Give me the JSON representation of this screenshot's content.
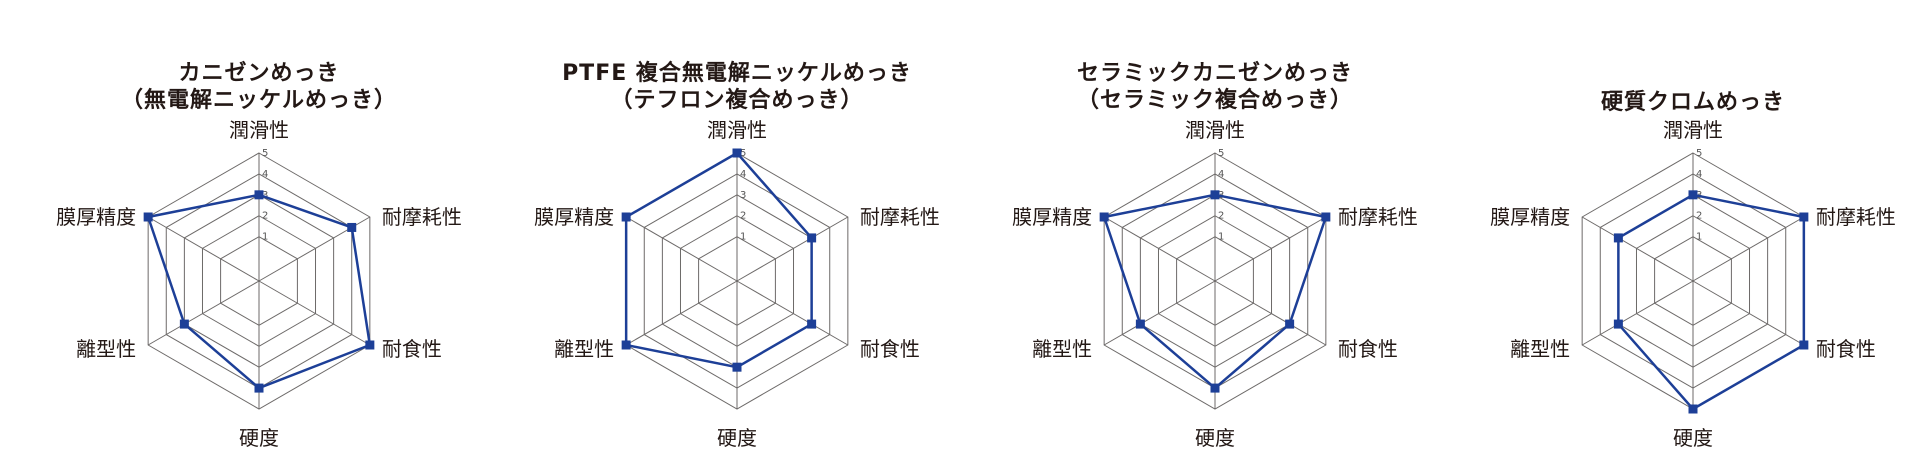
{
  "chart_data": [
    {
      "type": "radar",
      "title": [
        "カニゼンめっき",
        "（無電解ニッケルめっき）"
      ],
      "axes": [
        "潤滑性",
        "耐摩耗性",
        "耐食性",
        "硬度",
        "離型性",
        "膜厚精度"
      ],
      "values": [
        3,
        4,
        5,
        4,
        3,
        5
      ],
      "range": [
        0,
        5
      ],
      "ticks": [
        "1",
        "2",
        "3",
        "4",
        "5"
      ],
      "color": "#1d3f97"
    },
    {
      "type": "radar",
      "title": [
        "PTFE 複合無電解ニッケルめっき",
        "（テフロン複合めっき）"
      ],
      "axes": [
        "潤滑性",
        "耐摩耗性",
        "耐食性",
        "硬度",
        "離型性",
        "膜厚精度"
      ],
      "values": [
        5,
        3,
        3,
        3,
        5,
        5
      ],
      "range": [
        0,
        5
      ],
      "ticks": [
        "1",
        "2",
        "3",
        "4",
        "5"
      ],
      "color": "#1d3f97"
    },
    {
      "type": "radar",
      "title": [
        "セラミックカニゼンめっき",
        "（セラミック複合めっき）"
      ],
      "axes": [
        "潤滑性",
        "耐摩耗性",
        "耐食性",
        "硬度",
        "離型性",
        "膜厚精度"
      ],
      "values": [
        3,
        5,
        3,
        4,
        3,
        5
      ],
      "range": [
        0,
        5
      ],
      "ticks": [
        "1",
        "2",
        "3",
        "4",
        "5"
      ],
      "color": "#1d3f97"
    },
    {
      "type": "radar",
      "title": [
        "硬質クロムめっき"
      ],
      "axes": [
        "潤滑性",
        "耐摩耗性",
        "耐食性",
        "硬度",
        "離型性",
        "膜厚精度"
      ],
      "values": [
        3,
        5,
        5,
        5,
        3,
        3
      ],
      "range": [
        0,
        5
      ],
      "ticks": [
        "1",
        "2",
        "3",
        "4",
        "5"
      ],
      "color": "#1d3f97"
    }
  ]
}
